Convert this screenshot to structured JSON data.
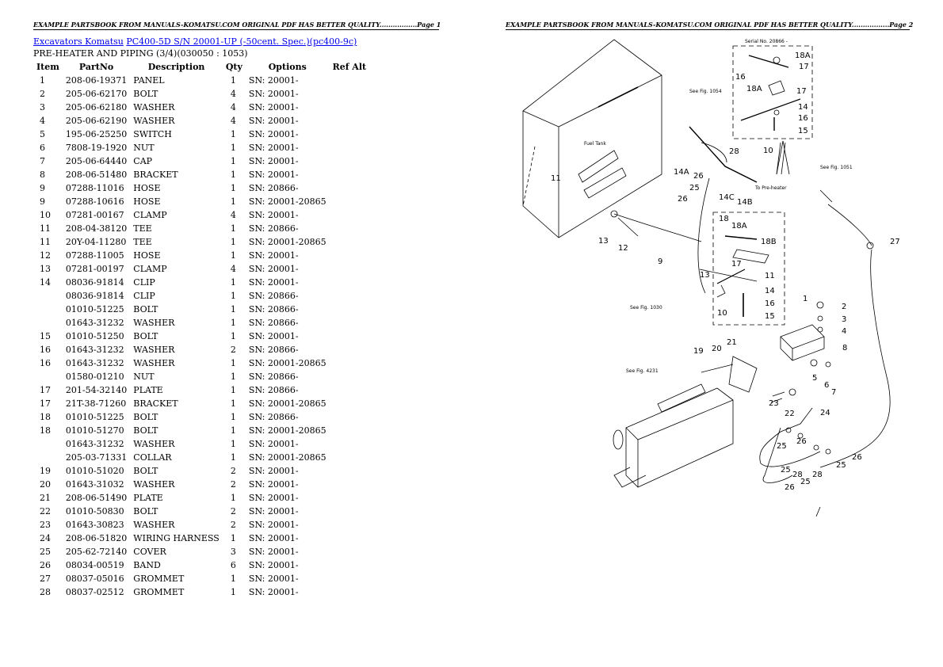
{
  "header": {
    "left": "EXAMPLE PARTSBOOK FROM MANUALS-KOMATSU.COM ORIGINAL PDF HAS BETTER QUALITY.................Page 1",
    "right": "EXAMPLE PARTSBOOK FROM MANUALS-KOMATSU.COM ORIGINAL PDF HAS BETTER QUALITY.................Page 2"
  },
  "breadcrumb": {
    "link1": "Excavators Komatsu",
    "link2": "PC400-5D S/N 20001-UP (-50cent. Spec.)(pc400-9c)"
  },
  "subtitle": "PRE-HEATER AND PIPING (3/4)(030050 : 1053)",
  "table": {
    "headers": [
      "Item",
      "PartNo",
      "Description",
      "Qty",
      "Options",
      "Ref Alt"
    ],
    "rows": [
      [
        "1",
        "208-06-19371",
        "PANEL",
        "1",
        "SN: 20001-",
        ""
      ],
      [
        "2",
        "205-06-62170",
        "BOLT",
        "4",
        "SN: 20001-",
        ""
      ],
      [
        "3",
        "205-06-62180",
        "WASHER",
        "4",
        "SN: 20001-",
        ""
      ],
      [
        "4",
        "205-06-62190",
        "WASHER",
        "4",
        "SN: 20001-",
        ""
      ],
      [
        "5",
        "195-06-25250",
        "SWITCH",
        "1",
        "SN: 20001-",
        ""
      ],
      [
        "6",
        "7808-19-1920",
        "NUT",
        "1",
        "SN: 20001-",
        ""
      ],
      [
        "7",
        "205-06-64440",
        "CAP",
        "1",
        "SN: 20001-",
        ""
      ],
      [
        "8",
        "208-06-51480",
        "BRACKET",
        "1",
        "SN: 20001-",
        ""
      ],
      [
        "9",
        "07288-11016",
        "HOSE",
        "1",
        "SN: 20866-",
        ""
      ],
      [
        "9",
        "07288-10616",
        "HOSE",
        "1",
        "SN: 20001-20865",
        ""
      ],
      [
        "10",
        "07281-00167",
        "CLAMP",
        "4",
        "SN: 20001-",
        ""
      ],
      [
        "11",
        "208-04-38120",
        "TEE",
        "1",
        "SN: 20866-",
        ""
      ],
      [
        "11",
        "20Y-04-11280",
        "TEE",
        "1",
        "SN: 20001-20865",
        ""
      ],
      [
        "12",
        "07288-11005",
        "HOSE",
        "1",
        "SN: 20001-",
        ""
      ],
      [
        "13",
        "07281-00197",
        "CLAMP",
        "4",
        "SN: 20001-",
        ""
      ],
      [
        "14",
        "08036-91814",
        "CLIP",
        "1",
        "SN: 20001-",
        ""
      ],
      [
        "",
        "08036-91814",
        "CLIP",
        "1",
        "SN: 20866-",
        ""
      ],
      [
        "",
        "01010-51225",
        "BOLT",
        "1",
        "SN: 20866-",
        ""
      ],
      [
        "",
        "01643-31232",
        "WASHER",
        "1",
        "SN: 20866-",
        ""
      ],
      [
        "15",
        "01010-51250",
        "BOLT",
        "1",
        "SN: 20001-",
        ""
      ],
      [
        "16",
        "01643-31232",
        "WASHER",
        "2",
        "SN: 20866-",
        ""
      ],
      [
        "16",
        "01643-31232",
        "WASHER",
        "1",
        "SN: 20001-20865",
        ""
      ],
      [
        "",
        "01580-01210",
        "NUT",
        "1",
        "SN: 20866-",
        ""
      ],
      [
        "17",
        "201-54-32140",
        "PLATE",
        "1",
        "SN: 20866-",
        ""
      ],
      [
        "17",
        "21T-38-71260",
        "BRACKET",
        "1",
        "SN: 20001-20865",
        ""
      ],
      [
        "18",
        "01010-51225",
        "BOLT",
        "1",
        "SN: 20866-",
        ""
      ],
      [
        "18",
        "01010-51270",
        "BOLT",
        "1",
        "SN: 20001-20865",
        ""
      ],
      [
        "",
        "01643-31232",
        "WASHER",
        "1",
        "SN: 20001-",
        ""
      ],
      [
        "",
        "205-03-71331",
        "COLLAR",
        "1",
        "SN: 20001-20865",
        ""
      ],
      [
        "19",
        "01010-51020",
        "BOLT",
        "2",
        "SN: 20001-",
        ""
      ],
      [
        "20",
        "01643-31032",
        "WASHER",
        "2",
        "SN: 20001-",
        ""
      ],
      [
        "21",
        "208-06-51490",
        "PLATE",
        "1",
        "SN: 20001-",
        ""
      ],
      [
        "22",
        "01010-50830",
        "BOLT",
        "2",
        "SN: 20001-",
        ""
      ],
      [
        "23",
        "01643-30823",
        "WASHER",
        "2",
        "SN: 20001-",
        ""
      ],
      [
        "24",
        "208-06-51820",
        "WIRING HARNESS",
        "1",
        "SN: 20001-",
        ""
      ],
      [
        "25",
        "205-62-72140",
        "COVER",
        "3",
        "SN: 20001-",
        ""
      ],
      [
        "26",
        "08034-00519",
        "BAND",
        "6",
        "SN: 20001-",
        ""
      ],
      [
        "27",
        "08037-05016",
        "GROMMET",
        "1",
        "SN: 20001-",
        ""
      ],
      [
        "28",
        "08037-02512",
        "GROMMET",
        "1",
        "SN: 20001-",
        ""
      ]
    ]
  },
  "diagram": {
    "serial_note": "Serial No. 20866 -",
    "fuel_tank": "Fuel Tank",
    "see_fig_1": "See Fig. 1054",
    "see_fig_2": "See Fig. 1051",
    "see_fig_3": "See Fig. 1030",
    "see_fig_4": "See Fig. 4231",
    "to_preheater": "To Pre-heater"
  }
}
